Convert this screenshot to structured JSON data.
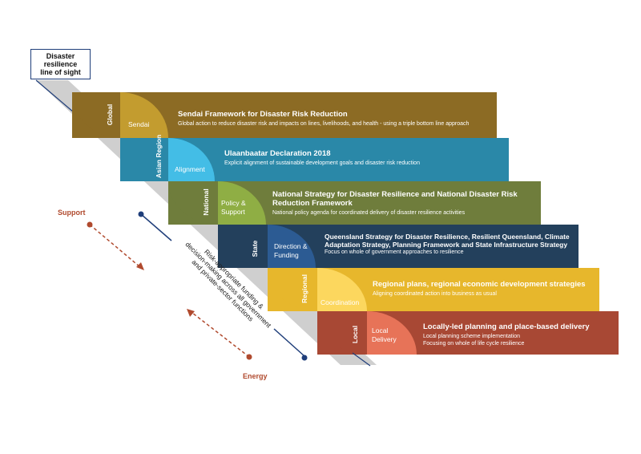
{
  "title_box": {
    "line1": "Disaster",
    "line2": "resilience",
    "line3": "line of sight"
  },
  "colors": {
    "global": "#8c6b24",
    "global_light": "#c39c2f",
    "asian": "#2a88a8",
    "asian_light": "#43bde6",
    "national": "#6f7d3c",
    "national_light": "#8fae44",
    "state": "#23405c",
    "state_light": "#2c5b93",
    "regional": "#e7b72c",
    "regional_light": "#fcd75e",
    "local": "#a84834",
    "local_light": "#e77358",
    "shadow": "#cfcfcf",
    "accent": "#b04a2e",
    "line": "#1f3e7a"
  },
  "levels": [
    {
      "level": "Global",
      "function": "Sendai",
      "title": "Sendai Framework for Disaster Risk Reduction",
      "desc": "Global action to reduce disaster risk and impacts on lines, livelihoods, and health - using a triple bottom line approach"
    },
    {
      "level": "Asian Region",
      "function": "Alignment",
      "title": "Ulaanbaatar Declaration 2018",
      "desc": "Explicit alignment of sustainable development goals and disaster risk reduction"
    },
    {
      "level": "National",
      "function": "Policy & Support",
      "title": "National Strategy for Disaster Resilience and National Disaster Risk Reduction Framework",
      "desc": "National policy agenda for coordinated delivery of disaster resilience activities"
    },
    {
      "level": "State",
      "function": "Direction & Funding",
      "title": "Queensland Strategy for Disaster Resilience, Resilient Queensland, Climate Adaptation Strategy, Planning Framework and State Infrastructure Strategy",
      "desc": "Focus on whole of government approaches to resilience"
    },
    {
      "level": "Regional",
      "function": "Coordination",
      "title": "Regional plans, regional economic development strategies",
      "desc": "Aligning coordinated action into business as usual"
    },
    {
      "level": "Local",
      "function": "Local Delivery",
      "title": "Locally-led planning and place-based delivery",
      "desc": "Local planning scheme implementation",
      "desc2": "Focusing on whole of life cycle resilience"
    }
  ],
  "side": {
    "support": "Support",
    "energy": "Energy"
  },
  "diagonal_text": {
    "line1": "Risk-appropriate funding &",
    "line2": "decision-making across all government",
    "line3": "and private-sector functions"
  }
}
